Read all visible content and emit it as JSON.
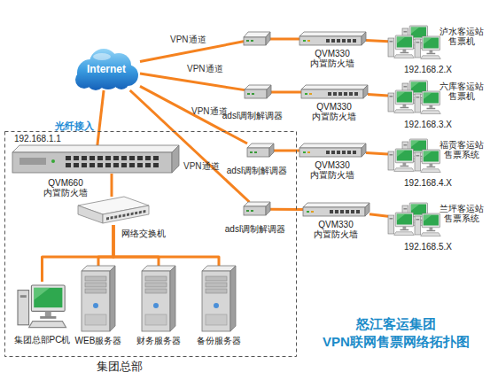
{
  "diagram": {
    "title": "怒江客运集团 VPN联网售票网络拓扑图",
    "nodes": [
      {
        "text": [
          "Internet"
        ]
      },
      {
        "text": [
          "QVM330 内置防火墙"
        ]
      },
      {
        "text": [
          "泸水客运站 售票机",
          "192.168.2.X"
        ]
      },
      {
        "text": [
          "adsl调制解调器"
        ]
      },
      {
        "text": [
          "QVM330 内置防火墙"
        ]
      },
      {
        "text": [
          "六库客运站 售票机",
          "192.168.3.X"
        ]
      },
      {
        "text": [
          "adsl调制解调器"
        ]
      },
      {
        "text": [
          "QVM330 内置防火墙"
        ]
      },
      {
        "text": [
          "福贡客运站 售票系统",
          "192.168.4.X"
        ]
      },
      {
        "text": [
          "adsl调制解调器"
        ]
      },
      {
        "text": [
          "QVM330 内置防火墙"
        ]
      },
      {
        "text": [
          "兰坪客运站 售票系统",
          "192.168.5.X"
        ]
      },
      {
        "text": [
          "集团总部"
        ]
      },
      {
        "text": [
          "192.168.1.1",
          "QVM660 内置防火墙"
        ],
        "in": 12
      },
      {
        "text": [
          "网络交换机"
        ],
        "in": 12
      },
      {
        "text": [
          "集团总部PC机"
        ],
        "in": 12
      },
      {
        "text": [
          "WEB服务器"
        ],
        "in": 12
      },
      {
        "text": [
          "财务服务器"
        ],
        "in": 12
      },
      {
        "text": [
          "备份服务器"
        ],
        "in": 12
      }
    ],
    "edges": [
      {
        "from": 0,
        "to": 1,
        "label": "VPN通道",
        "arrow": "none"
      },
      {
        "from": 1,
        "to": 2,
        "arrow": "none"
      },
      {
        "from": 0,
        "to": 3,
        "label": "VPN通道",
        "arrow": "none"
      },
      {
        "from": 3,
        "to": 4,
        "arrow": "none"
      },
      {
        "from": 4,
        "to": 5,
        "arrow": "none"
      },
      {
        "from": 0,
        "to": 6,
        "label": "VPN通道",
        "arrow": "none"
      },
      {
        "from": 6,
        "to": 7,
        "arrow": "none"
      },
      {
        "from": 7,
        "to": 8,
        "arrow": "none"
      },
      {
        "from": 0,
        "to": 9,
        "label": "VPN通道",
        "arrow": "none"
      },
      {
        "from": 9,
        "to": 10,
        "arrow": "none"
      },
      {
        "from": 10,
        "to": 11,
        "arrow": "none"
      },
      {
        "from": 0,
        "to": 13,
        "label": "光纤接入",
        "arrow": "none"
      },
      {
        "from": 13,
        "to": 14,
        "arrow": "none"
      },
      {
        "from": 14,
        "to": 15,
        "arrow": "none"
      },
      {
        "from": 14,
        "to": 16,
        "arrow": "none"
      },
      {
        "from": 14,
        "to": 17,
        "arrow": "none"
      },
      {
        "from": 14,
        "to": 18,
        "arrow": "none"
      }
    ]
  }
}
